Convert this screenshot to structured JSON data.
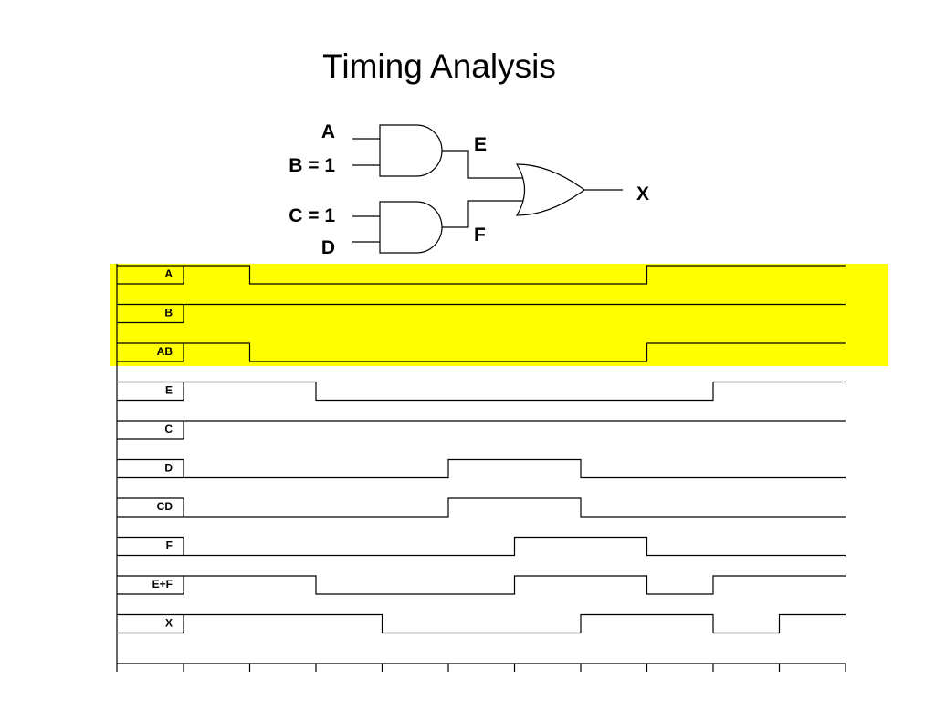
{
  "title": "Timing Analysis",
  "circuit": {
    "input_a": "A",
    "input_b": "B = 1",
    "input_c": "C = 1",
    "input_d": "D",
    "node_e": "E",
    "node_f": "F",
    "output_x": "X"
  },
  "timing": {
    "highlight_color": "#ffff00",
    "highlighted_rows": [
      "A",
      "B",
      "AB"
    ],
    "time_slots": 10,
    "signals": [
      {
        "label": "A",
        "levels": [
          1,
          0,
          0,
          0,
          0,
          0,
          0,
          1,
          1,
          1
        ]
      },
      {
        "label": "B",
        "levels": [
          1,
          1,
          1,
          1,
          1,
          1,
          1,
          1,
          1,
          1
        ]
      },
      {
        "label": "AB",
        "levels": [
          1,
          0,
          0,
          0,
          0,
          0,
          0,
          1,
          1,
          1
        ]
      },
      {
        "label": "E",
        "levels": [
          1,
          1,
          0,
          0,
          0,
          0,
          0,
          0,
          1,
          1
        ]
      },
      {
        "label": "C",
        "levels": [
          1,
          1,
          1,
          1,
          1,
          1,
          1,
          1,
          1,
          1
        ]
      },
      {
        "label": "D",
        "levels": [
          0,
          0,
          0,
          0,
          1,
          1,
          0,
          0,
          0,
          0
        ]
      },
      {
        "label": "CD",
        "levels": [
          0,
          0,
          0,
          0,
          1,
          1,
          0,
          0,
          0,
          0
        ]
      },
      {
        "label": "F",
        "levels": [
          0,
          0,
          0,
          0,
          0,
          1,
          1,
          0,
          0,
          0
        ]
      },
      {
        "label": "E+F",
        "levels": [
          1,
          1,
          0,
          0,
          0,
          1,
          1,
          0,
          1,
          1
        ]
      },
      {
        "label": "X",
        "levels": [
          1,
          1,
          1,
          0,
          0,
          0,
          1,
          1,
          0,
          1
        ]
      }
    ]
  }
}
